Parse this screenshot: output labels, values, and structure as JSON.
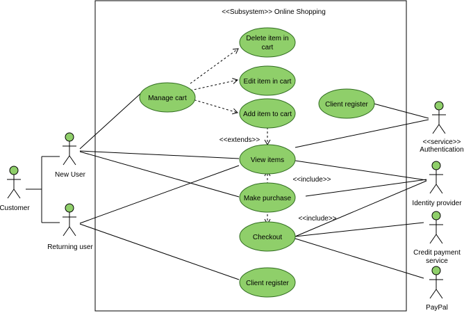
{
  "colors": {
    "usecase_fill": "#8fcf6a",
    "usecase_stroke": "#2f6b1f",
    "actor_head": "#8fcf6a",
    "line": "#000000",
    "boundary": "#000000"
  },
  "diagram": {
    "subsystem_title": "<<Subsystem>> Online Shopping",
    "actors": {
      "customer": "Customer",
      "new_user": "New User",
      "returning_user": "Returning user",
      "auth_stereotype": "<<service>>",
      "auth_name": "Authentication",
      "identity_provider": "Identity provider",
      "credit_line1": "Credit payment",
      "credit_line2": "service",
      "paypal": "PayPal"
    },
    "usecases": {
      "delete_line1": "Delete item in",
      "delete_line2": "cart",
      "edit": "Edit item in cart",
      "add": "Add item to cart",
      "manage": "Manage cart",
      "client_register_top": "Client register",
      "view": "View items",
      "purchase": "Make purchase",
      "checkout": "Checkout",
      "client_register_bottom": "Client register"
    },
    "relations": {
      "extends": "<<extends>>",
      "include_1": "<<include>>",
      "include_2": "<<include>>"
    }
  }
}
